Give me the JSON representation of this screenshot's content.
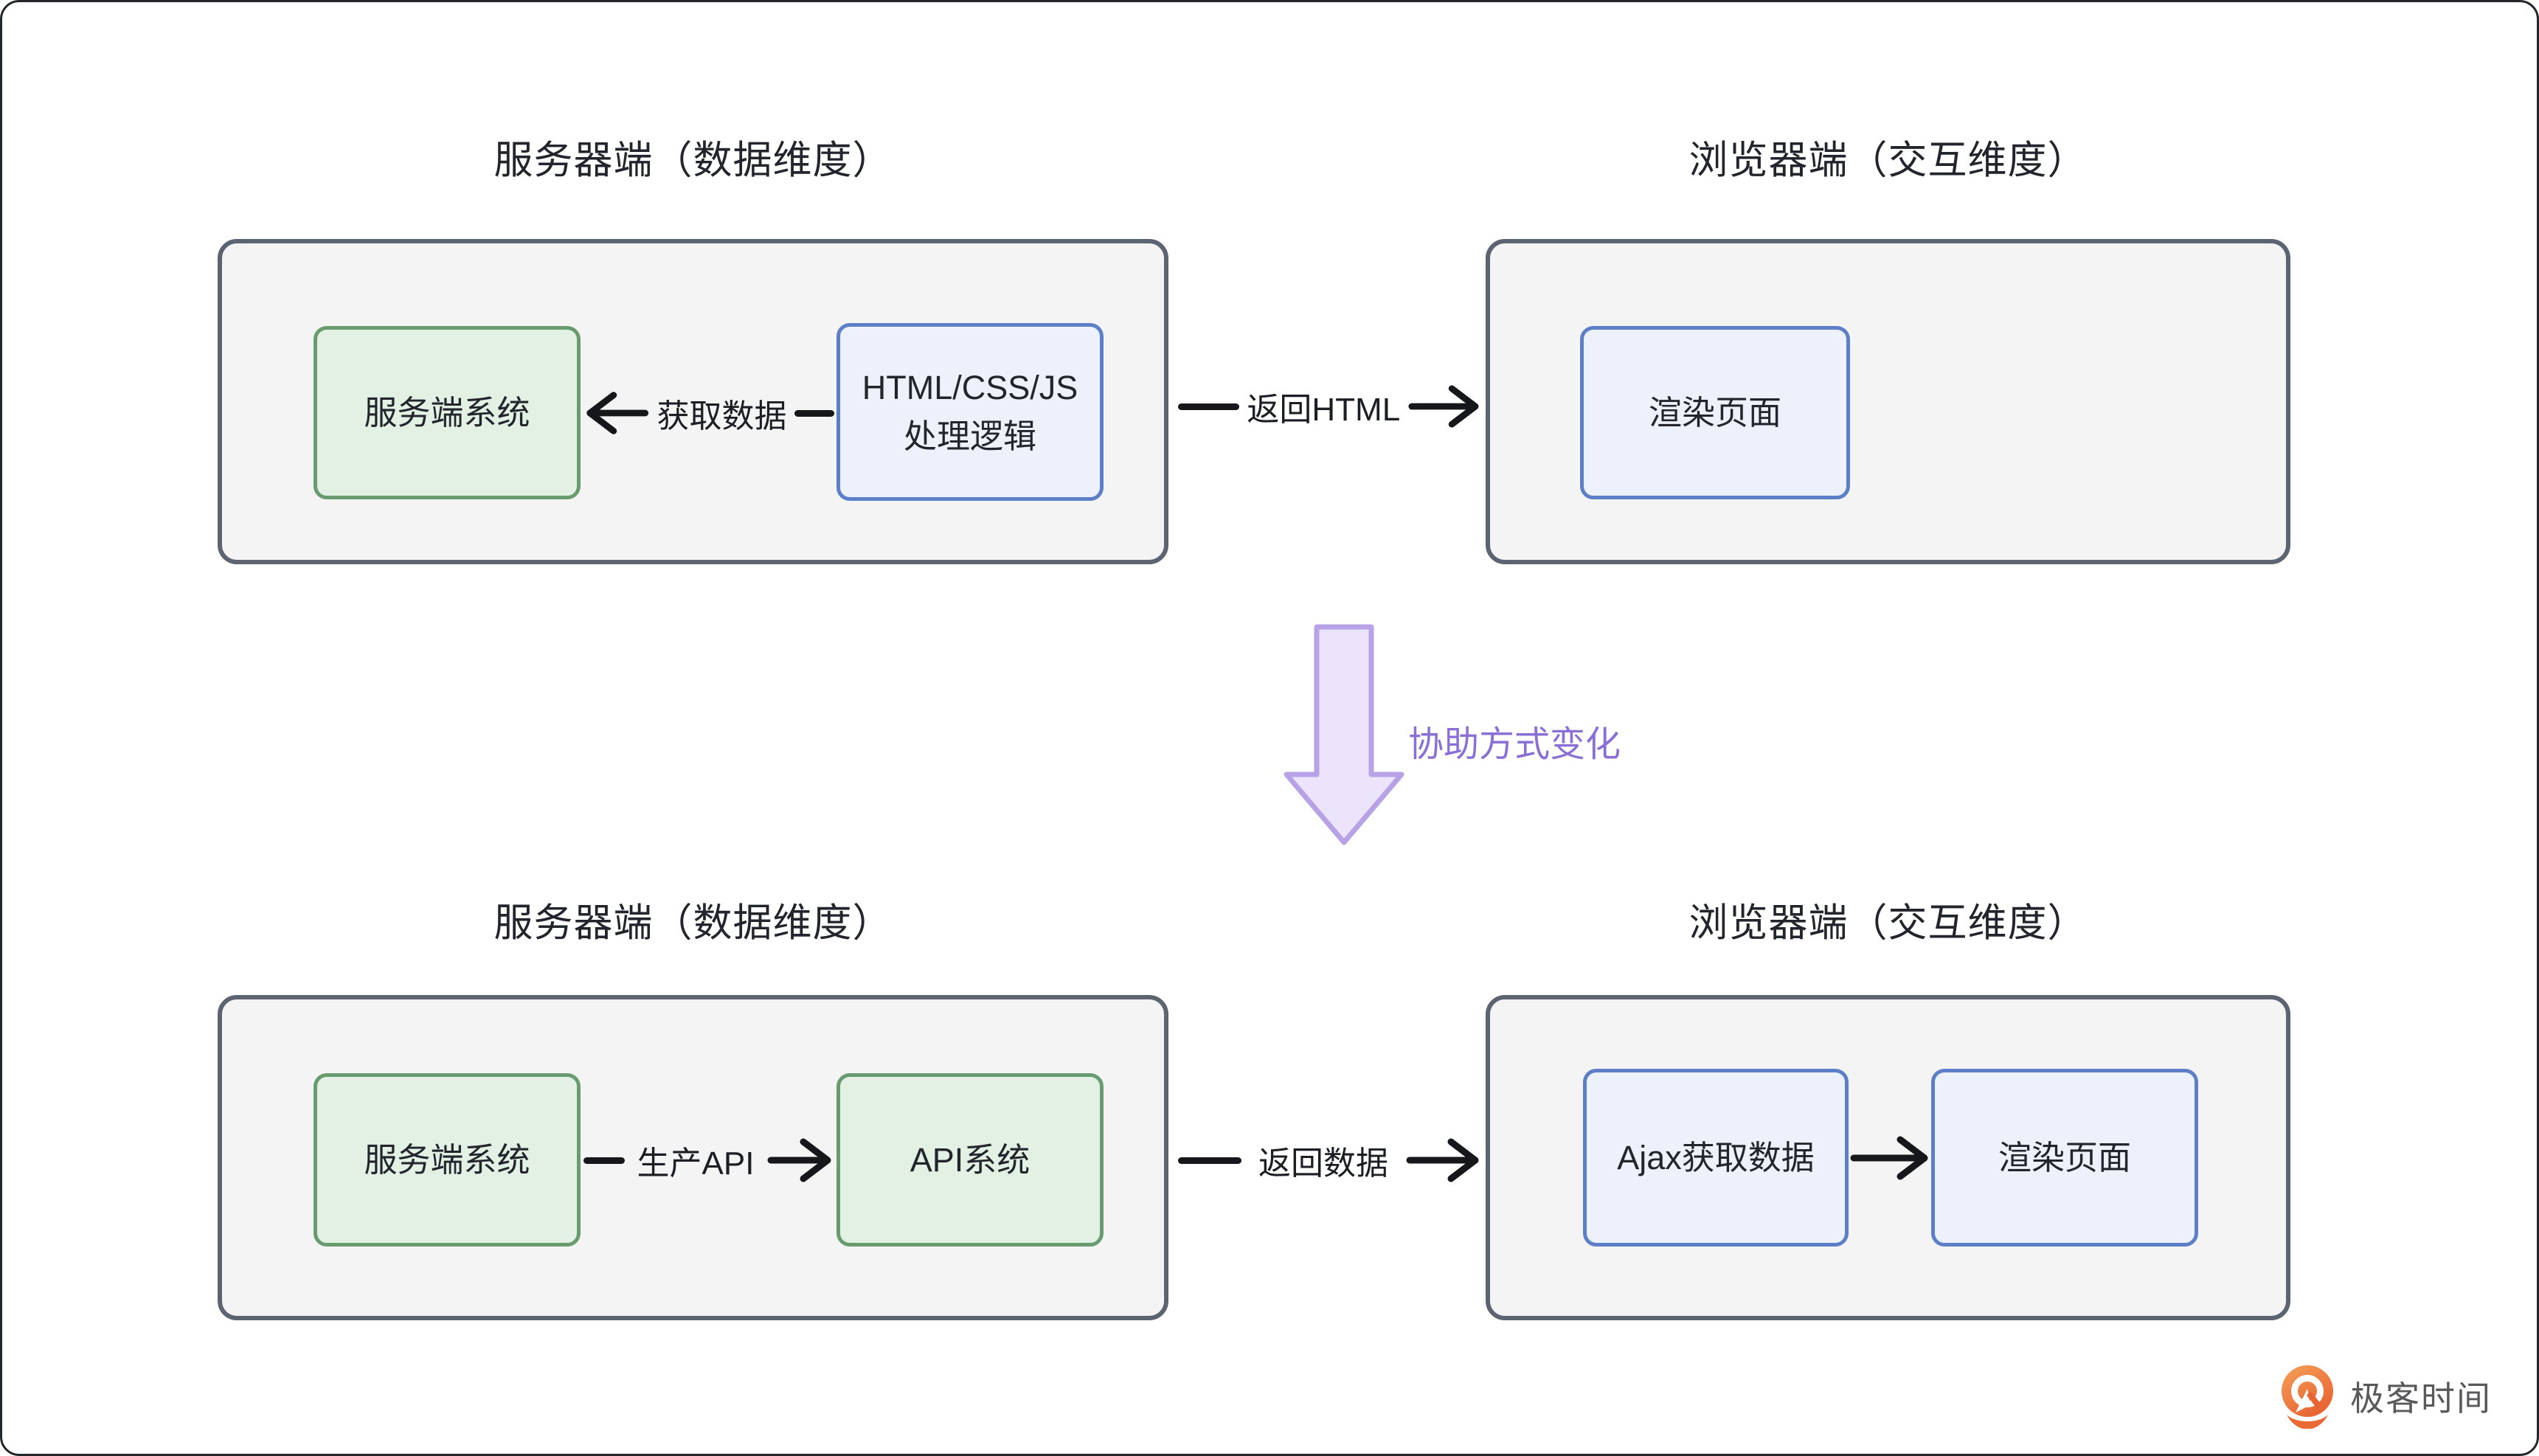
{
  "diagram_type": "architecture-comparison",
  "colors": {
    "container_border": "#5b6470",
    "container_fill": "#f4f4f5",
    "green_node_border": "#689c6e",
    "green_node_fill": "#e3f0e4",
    "blue_node_border": "#5c7fc7",
    "blue_node_fill": "#edf1fb",
    "purple_arrow_stroke": "#b7a2e6",
    "purple_arrow_fill": "#ece4fa",
    "purple_label_text": "#8a6fd4",
    "ink": "#1b1e23",
    "brand_orange": "#ed6f3a",
    "brand_text_gray": "#58595b"
  },
  "top_row": {
    "server_title": "服务器端（数据维度）",
    "browser_title": "浏览器端（交互维度）",
    "server_system_box": "服务端系统",
    "logic_box_line1": "HTML/CSS/JS",
    "logic_box_line2": "处理逻辑",
    "fetch_edge_label": "获取数据",
    "return_edge_label": "返回HTML",
    "render_box": "渲染页面"
  },
  "transition": {
    "label": "协助方式变化"
  },
  "bottom_row": {
    "server_title": "服务器端（数据维度）",
    "browser_title": "浏览器端（交互维度）",
    "server_system_box": "服务端系统",
    "produce_edge_label": "生产API",
    "api_box": "API系统",
    "return_edge_label": "返回数据",
    "ajax_box": "Ajax获取数据",
    "render_box": "渲染页面"
  },
  "footer": {
    "brand": "极客时间"
  }
}
